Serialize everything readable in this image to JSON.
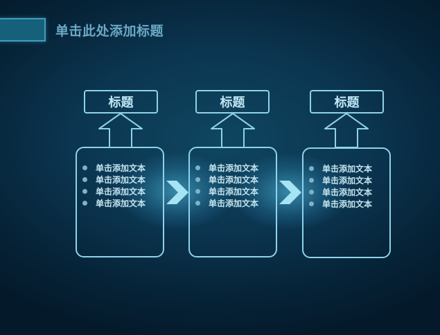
{
  "slide": {
    "title": "单击此处添加标题"
  },
  "steps": [
    {
      "header": "标题",
      "items": [
        "单击添加文本",
        "单击添加文本",
        "单击添加文本",
        "单击添加文本"
      ]
    },
    {
      "header": "标题",
      "items": [
        "单击添加文本",
        "单击添加文本",
        "单击添加文本",
        "单击添加文本"
      ]
    },
    {
      "header": "标题",
      "items": [
        "单击添加文本",
        "单击添加文本",
        "单击添加文本",
        "单击添加文本"
      ]
    }
  ],
  "colors": {
    "background": "#0b3550",
    "outline": "#8fd3ea",
    "accent": "#bfe6f4",
    "title": "#6aa9c4"
  },
  "icons": {
    "connector": "chevron-right-icon",
    "header_link": "up-arrow-icon",
    "list_marker": "bullet-icon"
  }
}
